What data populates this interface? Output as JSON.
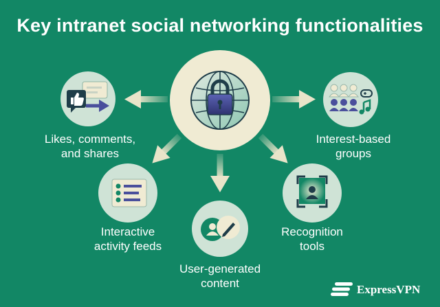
{
  "title": "Key intranet social networking functionalities",
  "center": {
    "icon": "globe-lock-icon"
  },
  "features": [
    {
      "label_lines": [
        "Likes, comments,",
        "and shares"
      ],
      "icon": "thumbs-up-chat-icon"
    },
    {
      "label_lines": [
        "Interest-based",
        "groups"
      ],
      "icon": "people-group-icon"
    },
    {
      "label_lines": [
        "Interactive",
        "activity feeds"
      ],
      "icon": "activity-feed-icon"
    },
    {
      "label_lines": [
        "User-generated",
        "content"
      ],
      "icon": "user-pen-icon"
    },
    {
      "label_lines": [
        "Recognition",
        "tools"
      ],
      "icon": "recognition-frame-icon"
    }
  ],
  "brand": {
    "name": "ExpressVPN",
    "icon": "expressvpn-logo-icon"
  },
  "colors": {
    "background": "#128765",
    "node": "#cfe3d6",
    "center_node": "#f0ebd3",
    "arrow": "#e9e4c9",
    "dark": "#1f3d49",
    "purple": "#4a4f9c",
    "text": "#ffffff"
  }
}
